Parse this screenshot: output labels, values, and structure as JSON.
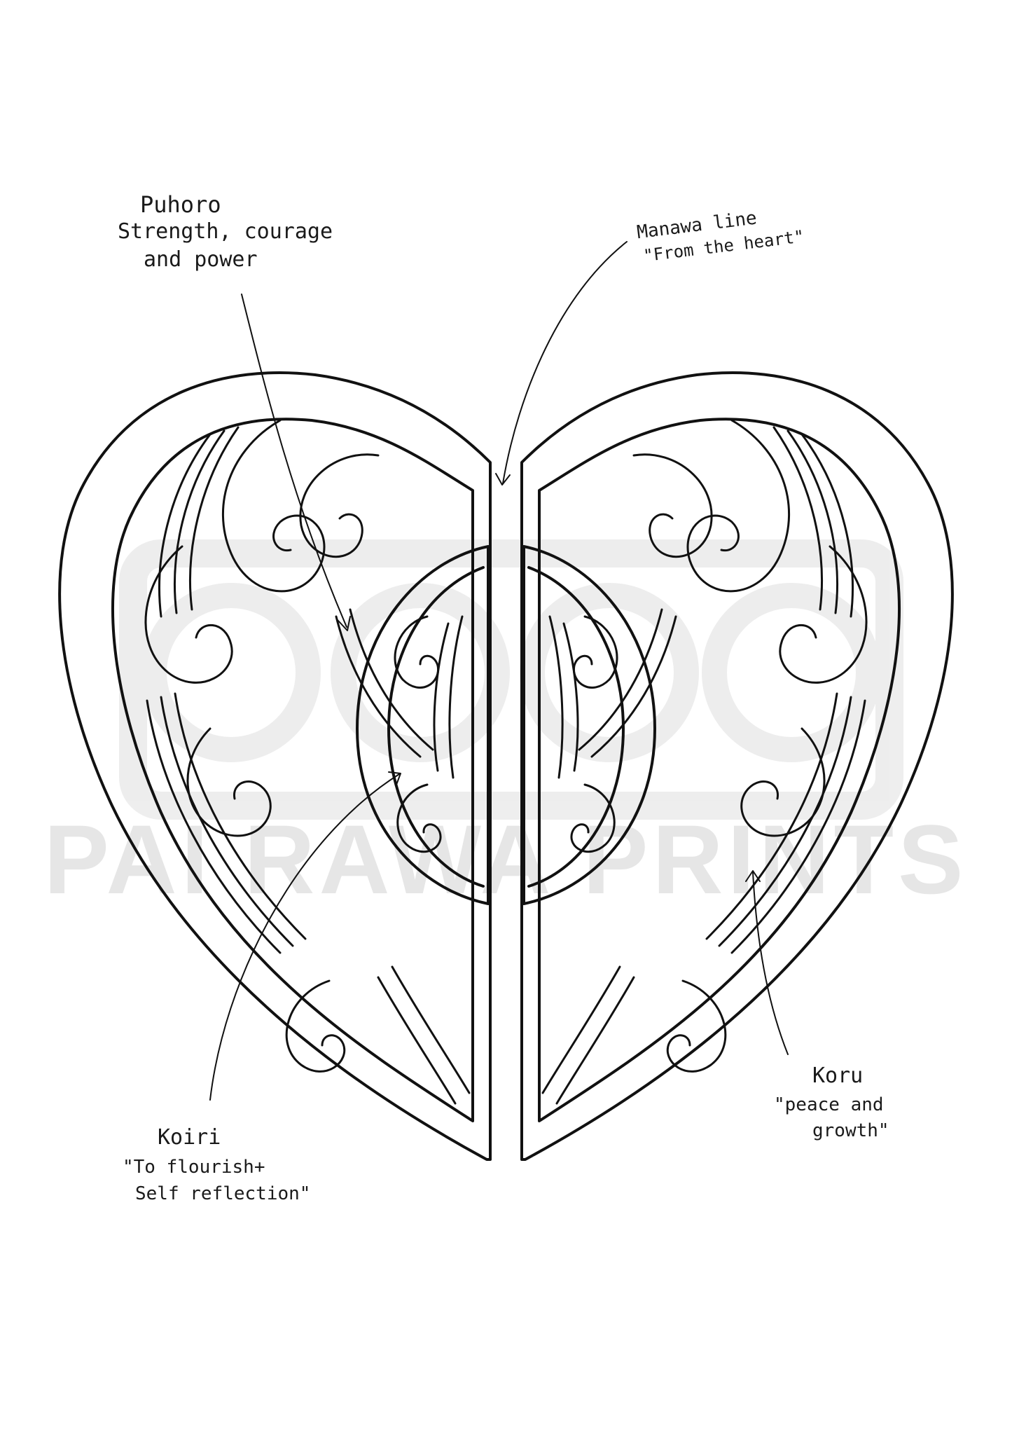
{
  "watermark": {
    "text": "PAI RAWA PRINTS"
  },
  "annotations": {
    "puhoro": {
      "name": "Puhoro",
      "meaning_line1": "Strength, courage",
      "meaning_line2": "and power"
    },
    "manawa": {
      "name": "Manawa line",
      "meaning": "\"From the heart\""
    },
    "koiri": {
      "name": "Koiri",
      "meaning_line1": "\"To flourish+",
      "meaning_line2": "Self reflection\""
    },
    "koru": {
      "name": "Koru",
      "meaning_line1": "\"peace and",
      "meaning_line2": "growth\""
    }
  },
  "colors": {
    "ink": "#111111",
    "watermark": "#e6e6e6",
    "background": "#ffffff"
  }
}
